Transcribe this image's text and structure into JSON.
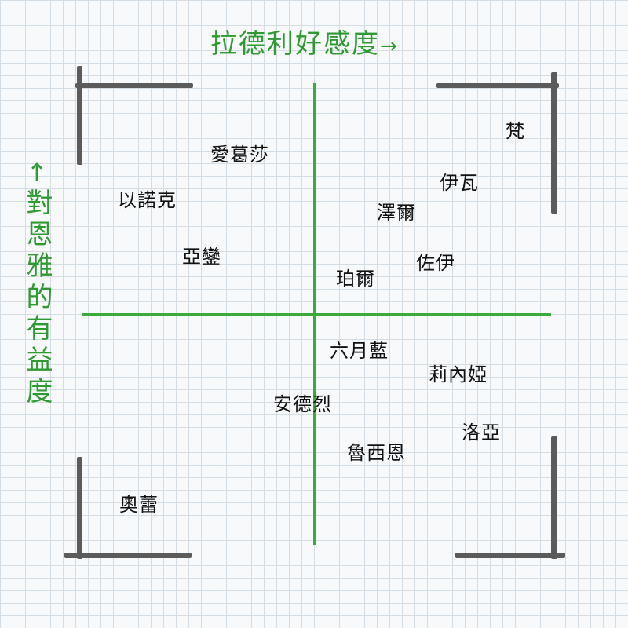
{
  "diagram": {
    "x_axis_label": "拉德利好感度",
    "x_axis_arrow": "→",
    "y_axis_label": "對恩雅的有益度",
    "y_axis_arrow": "↑",
    "colors": {
      "axis": "#3aaa3a",
      "frame": "#5b5b5b",
      "text": "#111111"
    },
    "items": [
      {
        "id": "fan",
        "name": "梵"
      },
      {
        "id": "aisha",
        "name": "愛葛莎"
      },
      {
        "id": "ienok",
        "name": "以諾克"
      },
      {
        "id": "yiwa",
        "name": "伊瓦"
      },
      {
        "id": "zeer",
        "name": "澤爾"
      },
      {
        "id": "yaluan",
        "name": "亞鑾"
      },
      {
        "id": "zuoyi",
        "name": "佐伊"
      },
      {
        "id": "poer",
        "name": "珀爾"
      },
      {
        "id": "liuyue",
        "name": "六月藍"
      },
      {
        "id": "lineiya",
        "name": "莉內婭"
      },
      {
        "id": "andelie",
        "name": "安德烈"
      },
      {
        "id": "luoya",
        "name": "洛亞"
      },
      {
        "id": "luxien",
        "name": "魯西恩"
      },
      {
        "id": "aolei",
        "name": "奧蕾"
      }
    ]
  }
}
